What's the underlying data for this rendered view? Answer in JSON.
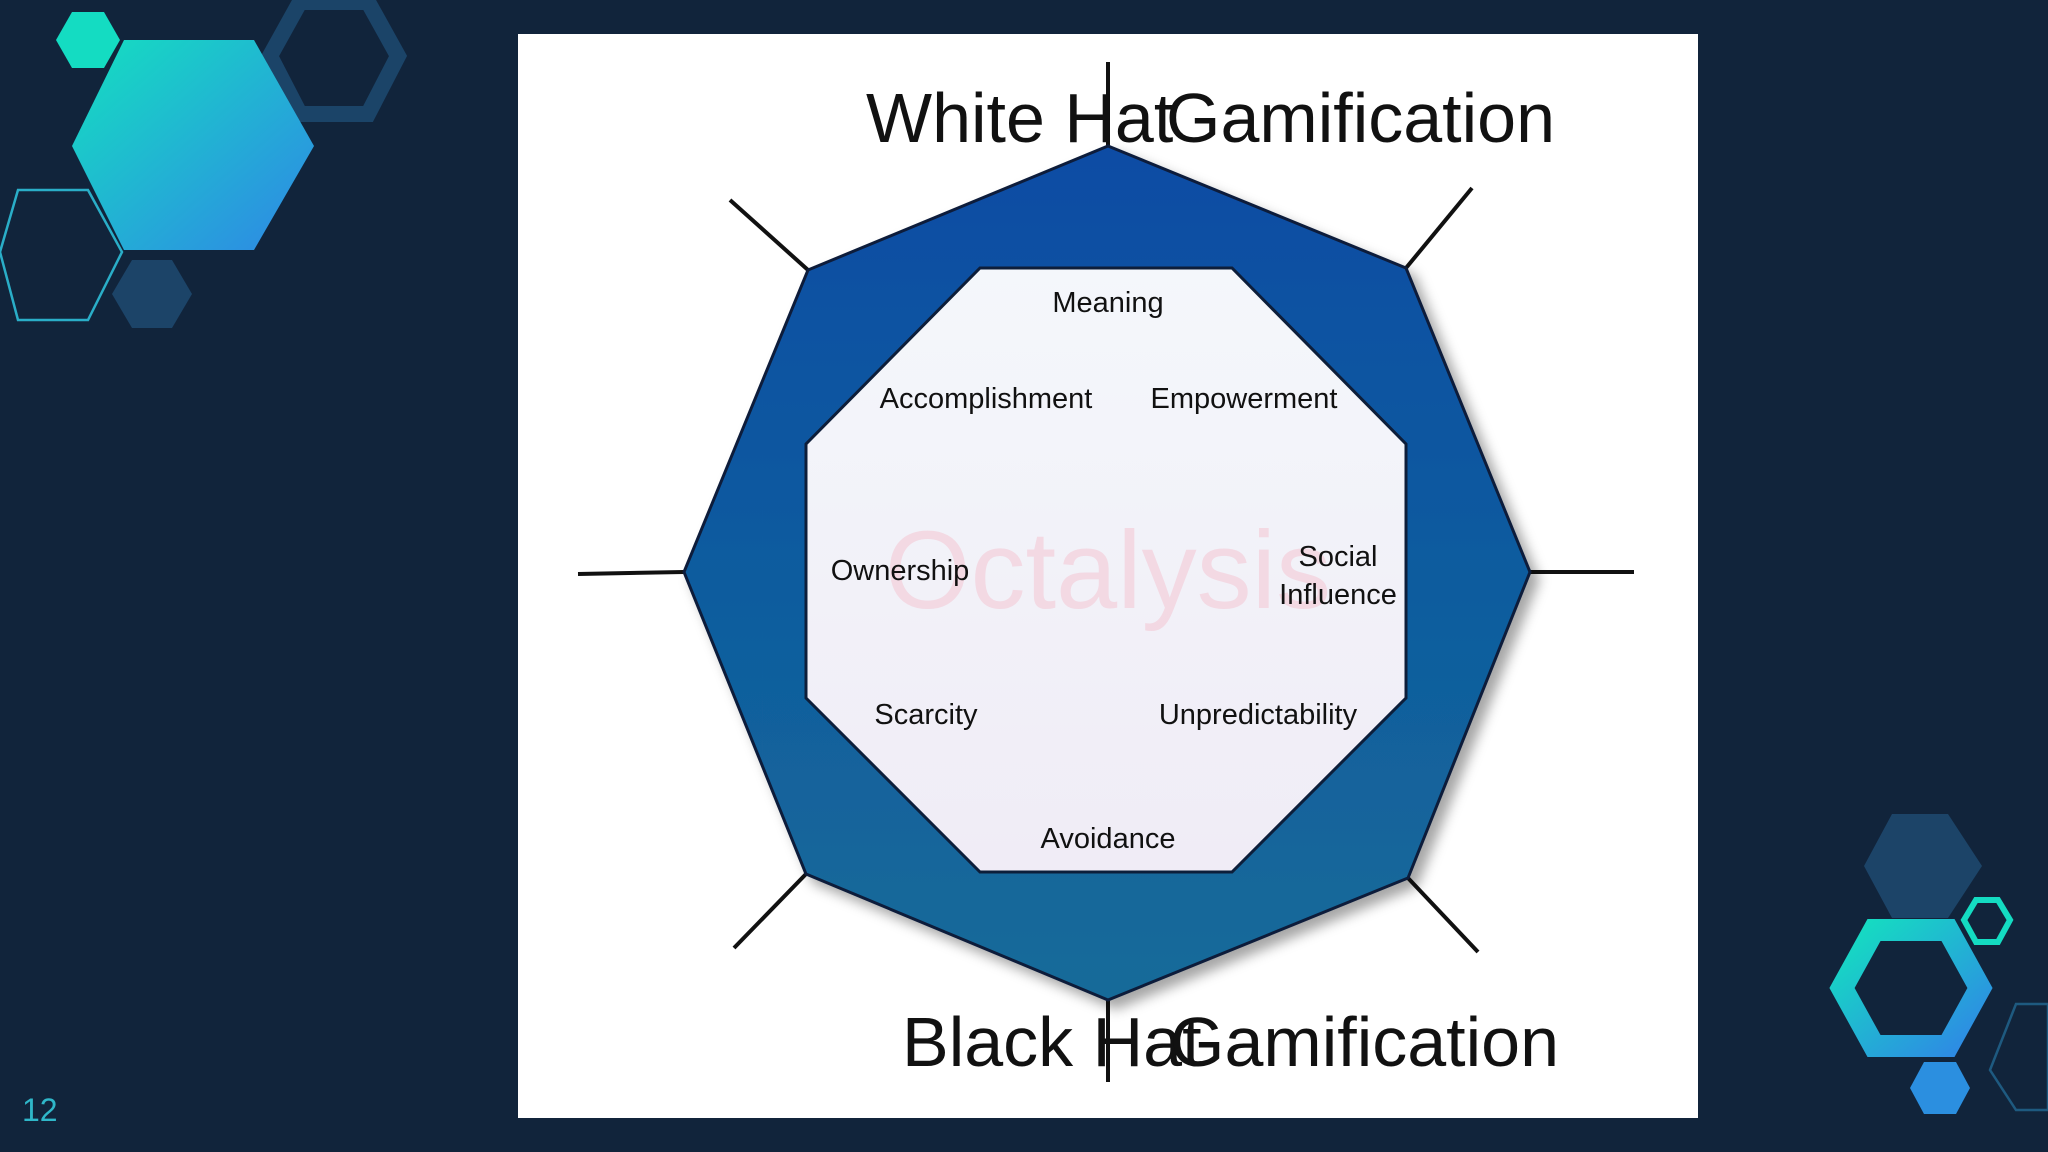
{
  "slide": {
    "page_number": "12"
  },
  "diagram": {
    "watermark": "Octalysis",
    "quadrant_labels": {
      "top_left": "White Hat",
      "top_right": "Gamification",
      "bottom_left": "Black Hat",
      "bottom_right": "Gamification"
    },
    "core_drives": {
      "meaning": "Meaning",
      "accomplishment": "Accomplishment",
      "empowerment": "Empowerment",
      "ownership": "Ownership",
      "social_line1": "Social",
      "social_line2": "Influence",
      "scarcity": "Scarcity",
      "unpredictability": "Unpredictability",
      "avoidance": "Avoidance"
    }
  },
  "colors": {
    "background": "#11243b",
    "octagon_blue_top": "#0a4da3",
    "octagon_blue_bottom": "#146a9a",
    "accent_teal": "#14d6c4",
    "accent_blue": "#2b8fe0",
    "panel": "#ffffff"
  }
}
